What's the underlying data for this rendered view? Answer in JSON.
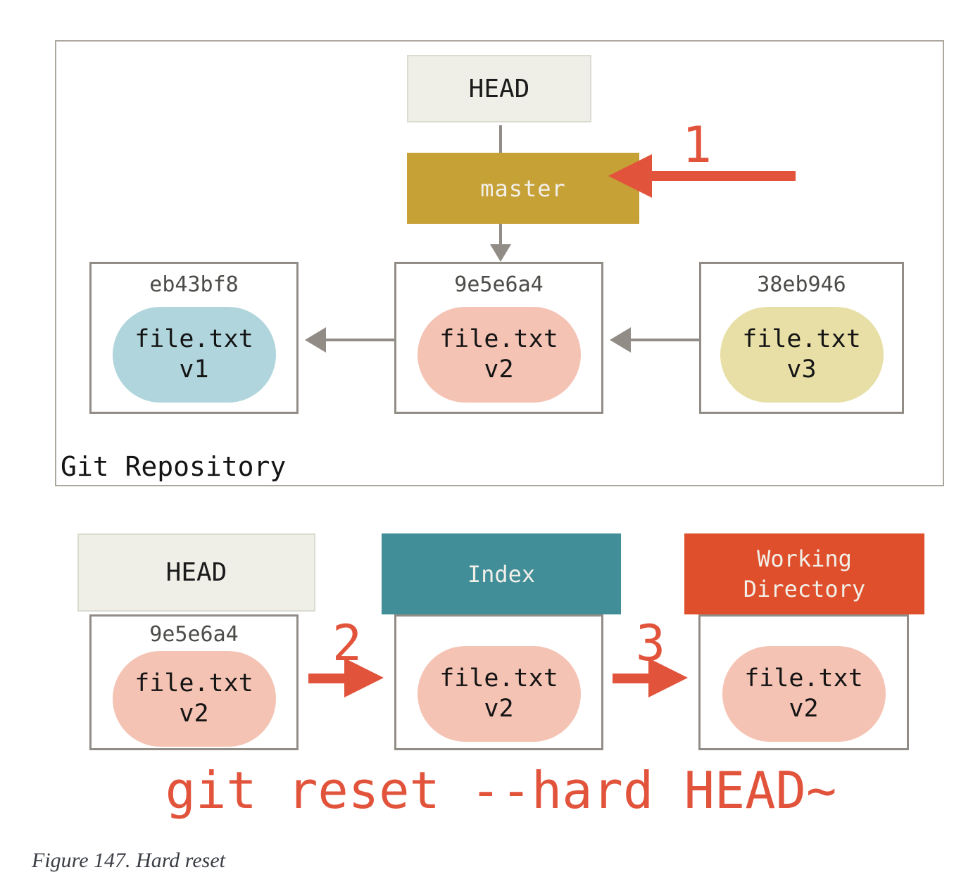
{
  "colors": {
    "page_bg": "#FFFFFF",
    "outer_border": "#ACA79E",
    "box_border": "#918D86",
    "gray_line": "#918D86",
    "cream": "#EFEFE8",
    "cream_border": "#DBDBD2",
    "gold": "#C6A136",
    "teal": "#418E98",
    "orange_red": "#DF4F2B",
    "red_accent": "#E2533B",
    "blob_blue": "#B0D5DD",
    "blob_pink": "#F4C3B4",
    "blob_yellow": "#E8DFA7",
    "hash_text": "#4C4C49",
    "dark_text": "#1B1B1B",
    "light_text": "#F1EFE8",
    "caption_text": "#3A3E44"
  },
  "repository": {
    "label": "Git Repository",
    "head_label": "HEAD",
    "branch_label": "master",
    "commits": [
      {
        "hash": "eb43bf8",
        "file": "file.txt",
        "version": "v1"
      },
      {
        "hash": "9e5e6a4",
        "file": "file.txt",
        "version": "v2"
      },
      {
        "hash": "38eb946",
        "file": "file.txt",
        "version": "v3"
      }
    ]
  },
  "areas": {
    "head": {
      "label": "HEAD",
      "hash": "9e5e6a4",
      "file": "file.txt",
      "version": "v2"
    },
    "index": {
      "label": "Index",
      "file": "file.txt",
      "version": "v2"
    },
    "working_directory": {
      "label": "Working Directory",
      "file": "file.txt",
      "version": "v2"
    }
  },
  "steps": {
    "one": "1",
    "two": "2",
    "three": "3"
  },
  "command": {
    "text": "git reset --hard HEAD~"
  },
  "caption": {
    "text": "Figure 147. Hard reset"
  }
}
